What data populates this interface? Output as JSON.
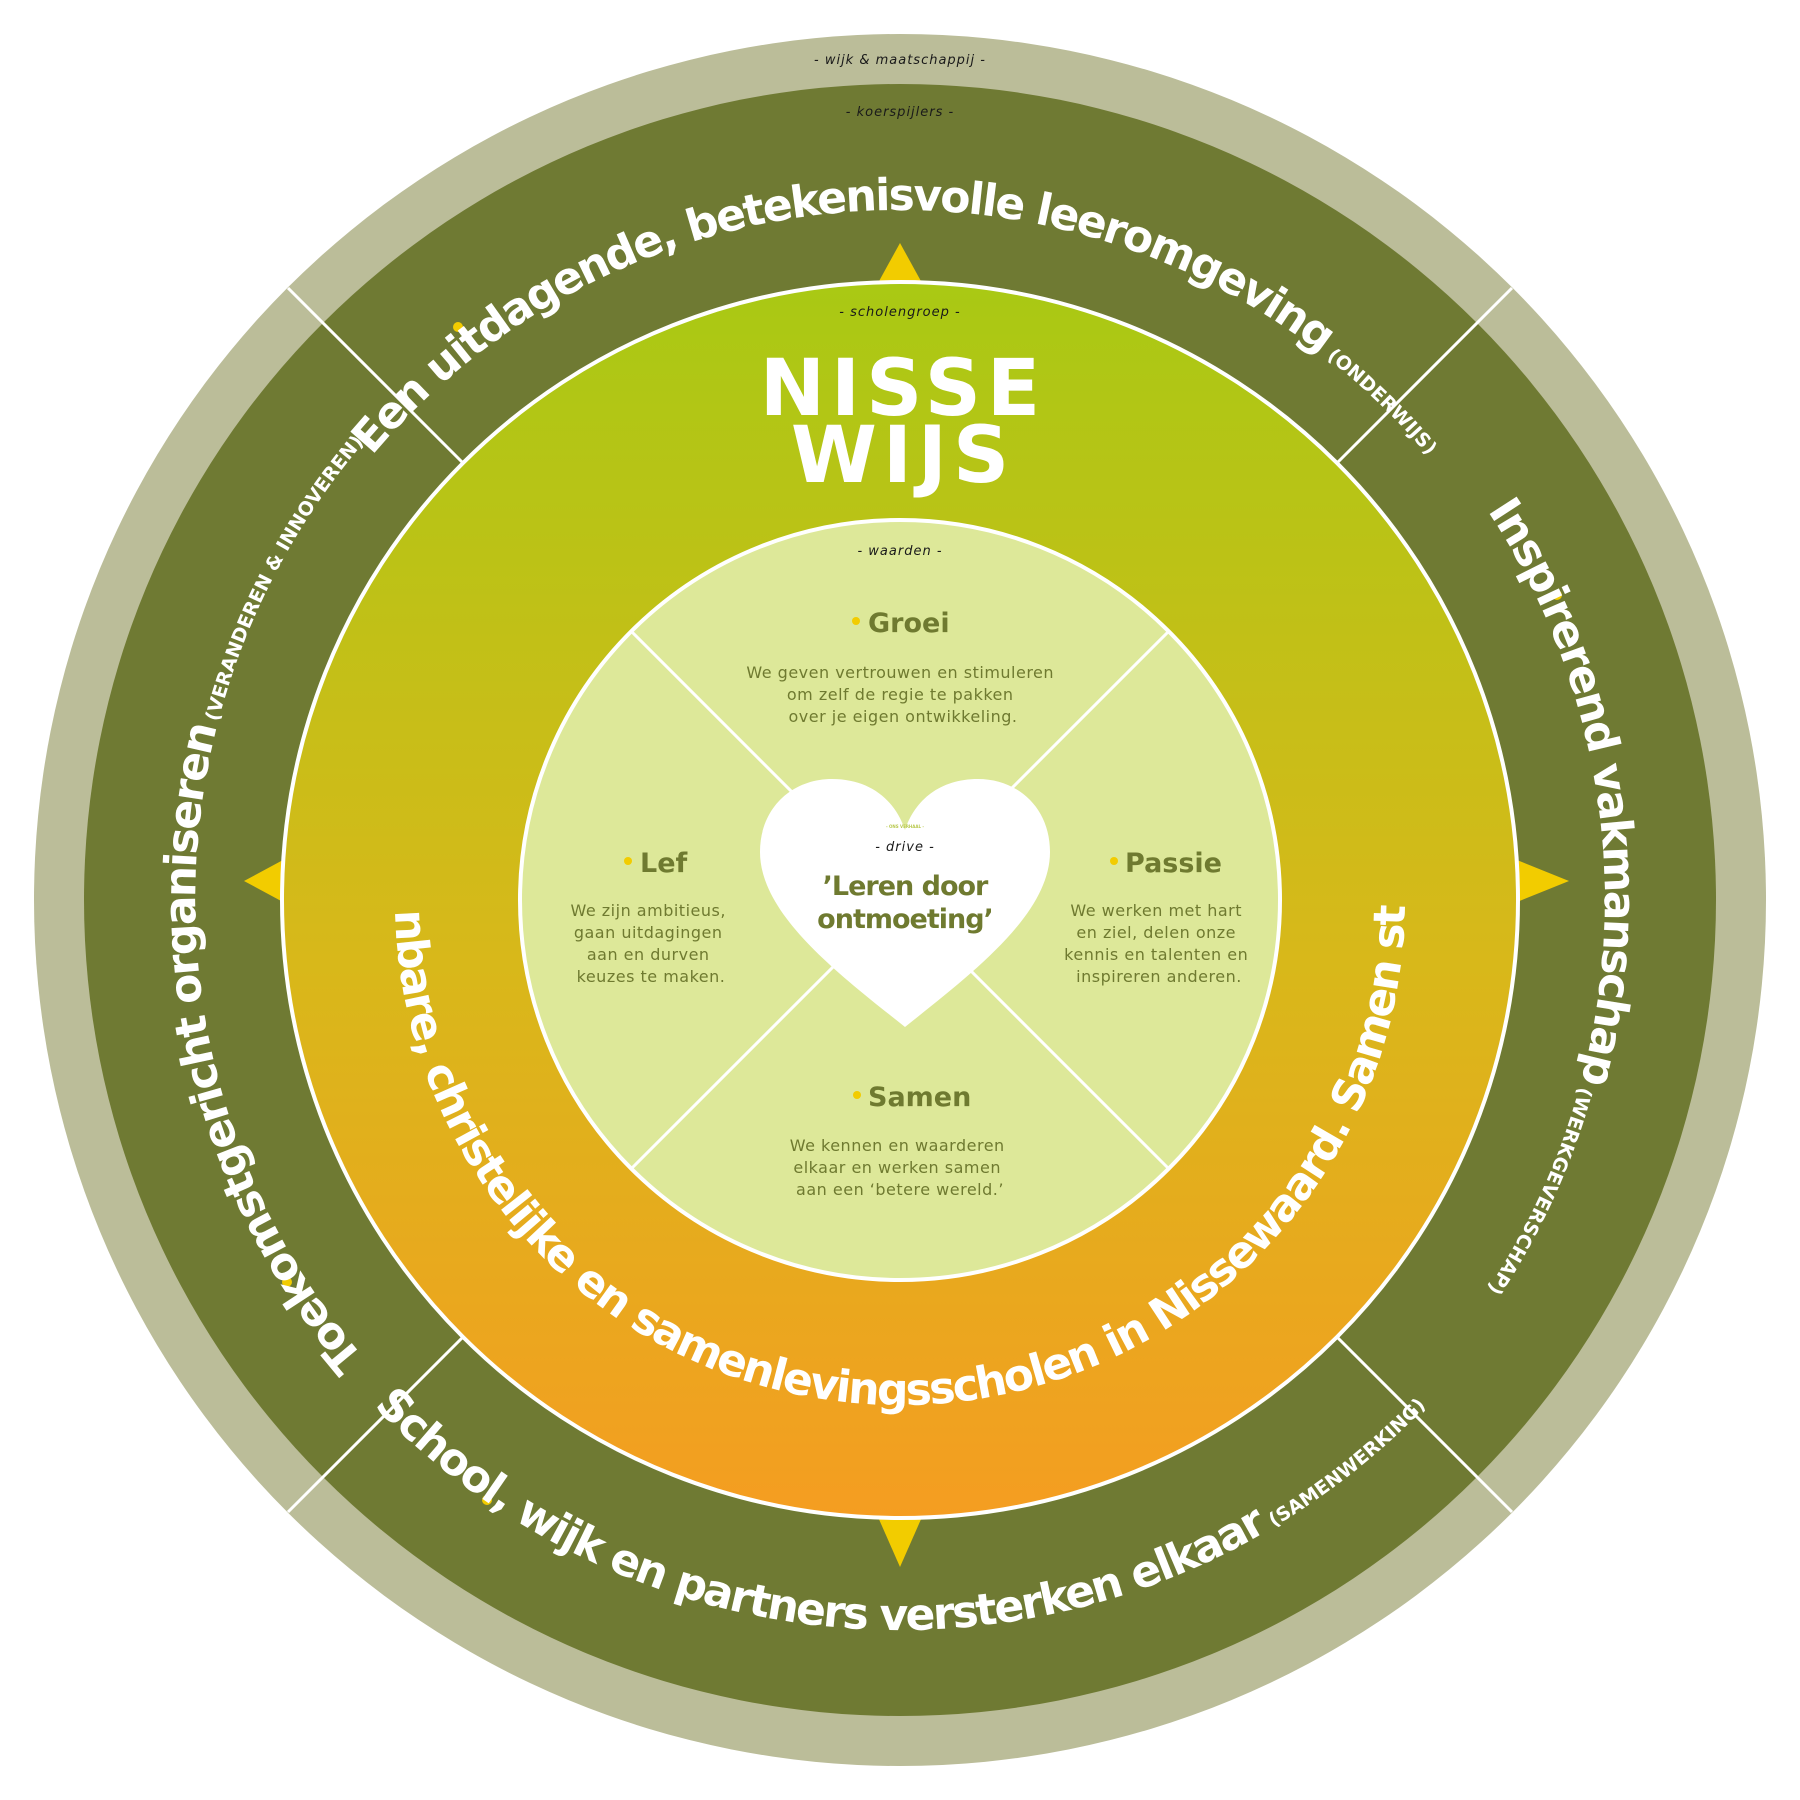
{
  "colors": {
    "outer_ring": "#bbbd99",
    "koers_ring": "#6f7a33",
    "gradient_top": "#a9c914",
    "gradient_mid": "#d8b81a",
    "gradient_bottom": "#f59d21",
    "values_circle": "#dde899",
    "text_olive": "#6f7a30",
    "accent_yellow": "#f2cc00",
    "divider": "#ffffff"
  },
  "rings": {
    "outer_label": "- wijk & maatschappij -",
    "koers_label": "- koerspijlers -",
    "scholengroep_label": "- scholengroep -",
    "values_label": "- waarden -"
  },
  "koerspijlers": [
    {
      "id": "onderwijs",
      "title": "Een uitdagende, betekenisvolle leeromgeving",
      "tag": "(ONDERWIJS)",
      "position": "top"
    },
    {
      "id": "werkgeverschap",
      "title": "Inspirerend vakmanschap",
      "tag": "(WERKGEVERSCHAP)",
      "position": "right"
    },
    {
      "id": "samenwerking",
      "title": "School, wijk en partners versterken elkaar",
      "tag": "(SAMENWERKING)",
      "position": "bottom"
    },
    {
      "id": "innoveren",
      "title": "Toekomstgericht organiseren",
      "tag": "(VERANDEREN & INNOVEREN)",
      "position": "left"
    }
  ],
  "logo": {
    "line1": "NISSE",
    "line2": "WIJS"
  },
  "mission": "Openbare, christelijke en samenlevingsscholen in Nissewaard. Samen sterk.",
  "values": [
    {
      "name": "Groei",
      "position": "top",
      "lines": [
        "We geven vertrouwen en stimuleren",
        "om zelf de regie te pakken",
        "over je eigen ontwikkeling."
      ]
    },
    {
      "name": "Passie",
      "position": "right",
      "lines": [
        "We werken met hart",
        "en ziel, delen onze",
        "kennis en talenten en",
        "inspireren anderen."
      ]
    },
    {
      "name": "Samen",
      "position": "bottom",
      "lines": [
        "We kennen en waarderen",
        "elkaar en werken samen",
        "aan een ‘betere wereld.’"
      ]
    },
    {
      "name": "Lef",
      "position": "left",
      "lines": [
        "We zijn ambitieus,",
        "gaan uitdagingen",
        "aan en durven",
        "keuzes te maken."
      ]
    }
  ],
  "drive": {
    "tiny_label": "- ONS VERHAAL -",
    "label": "- drive -",
    "line1": "’Leren door",
    "line2": "ontmoeting’"
  }
}
